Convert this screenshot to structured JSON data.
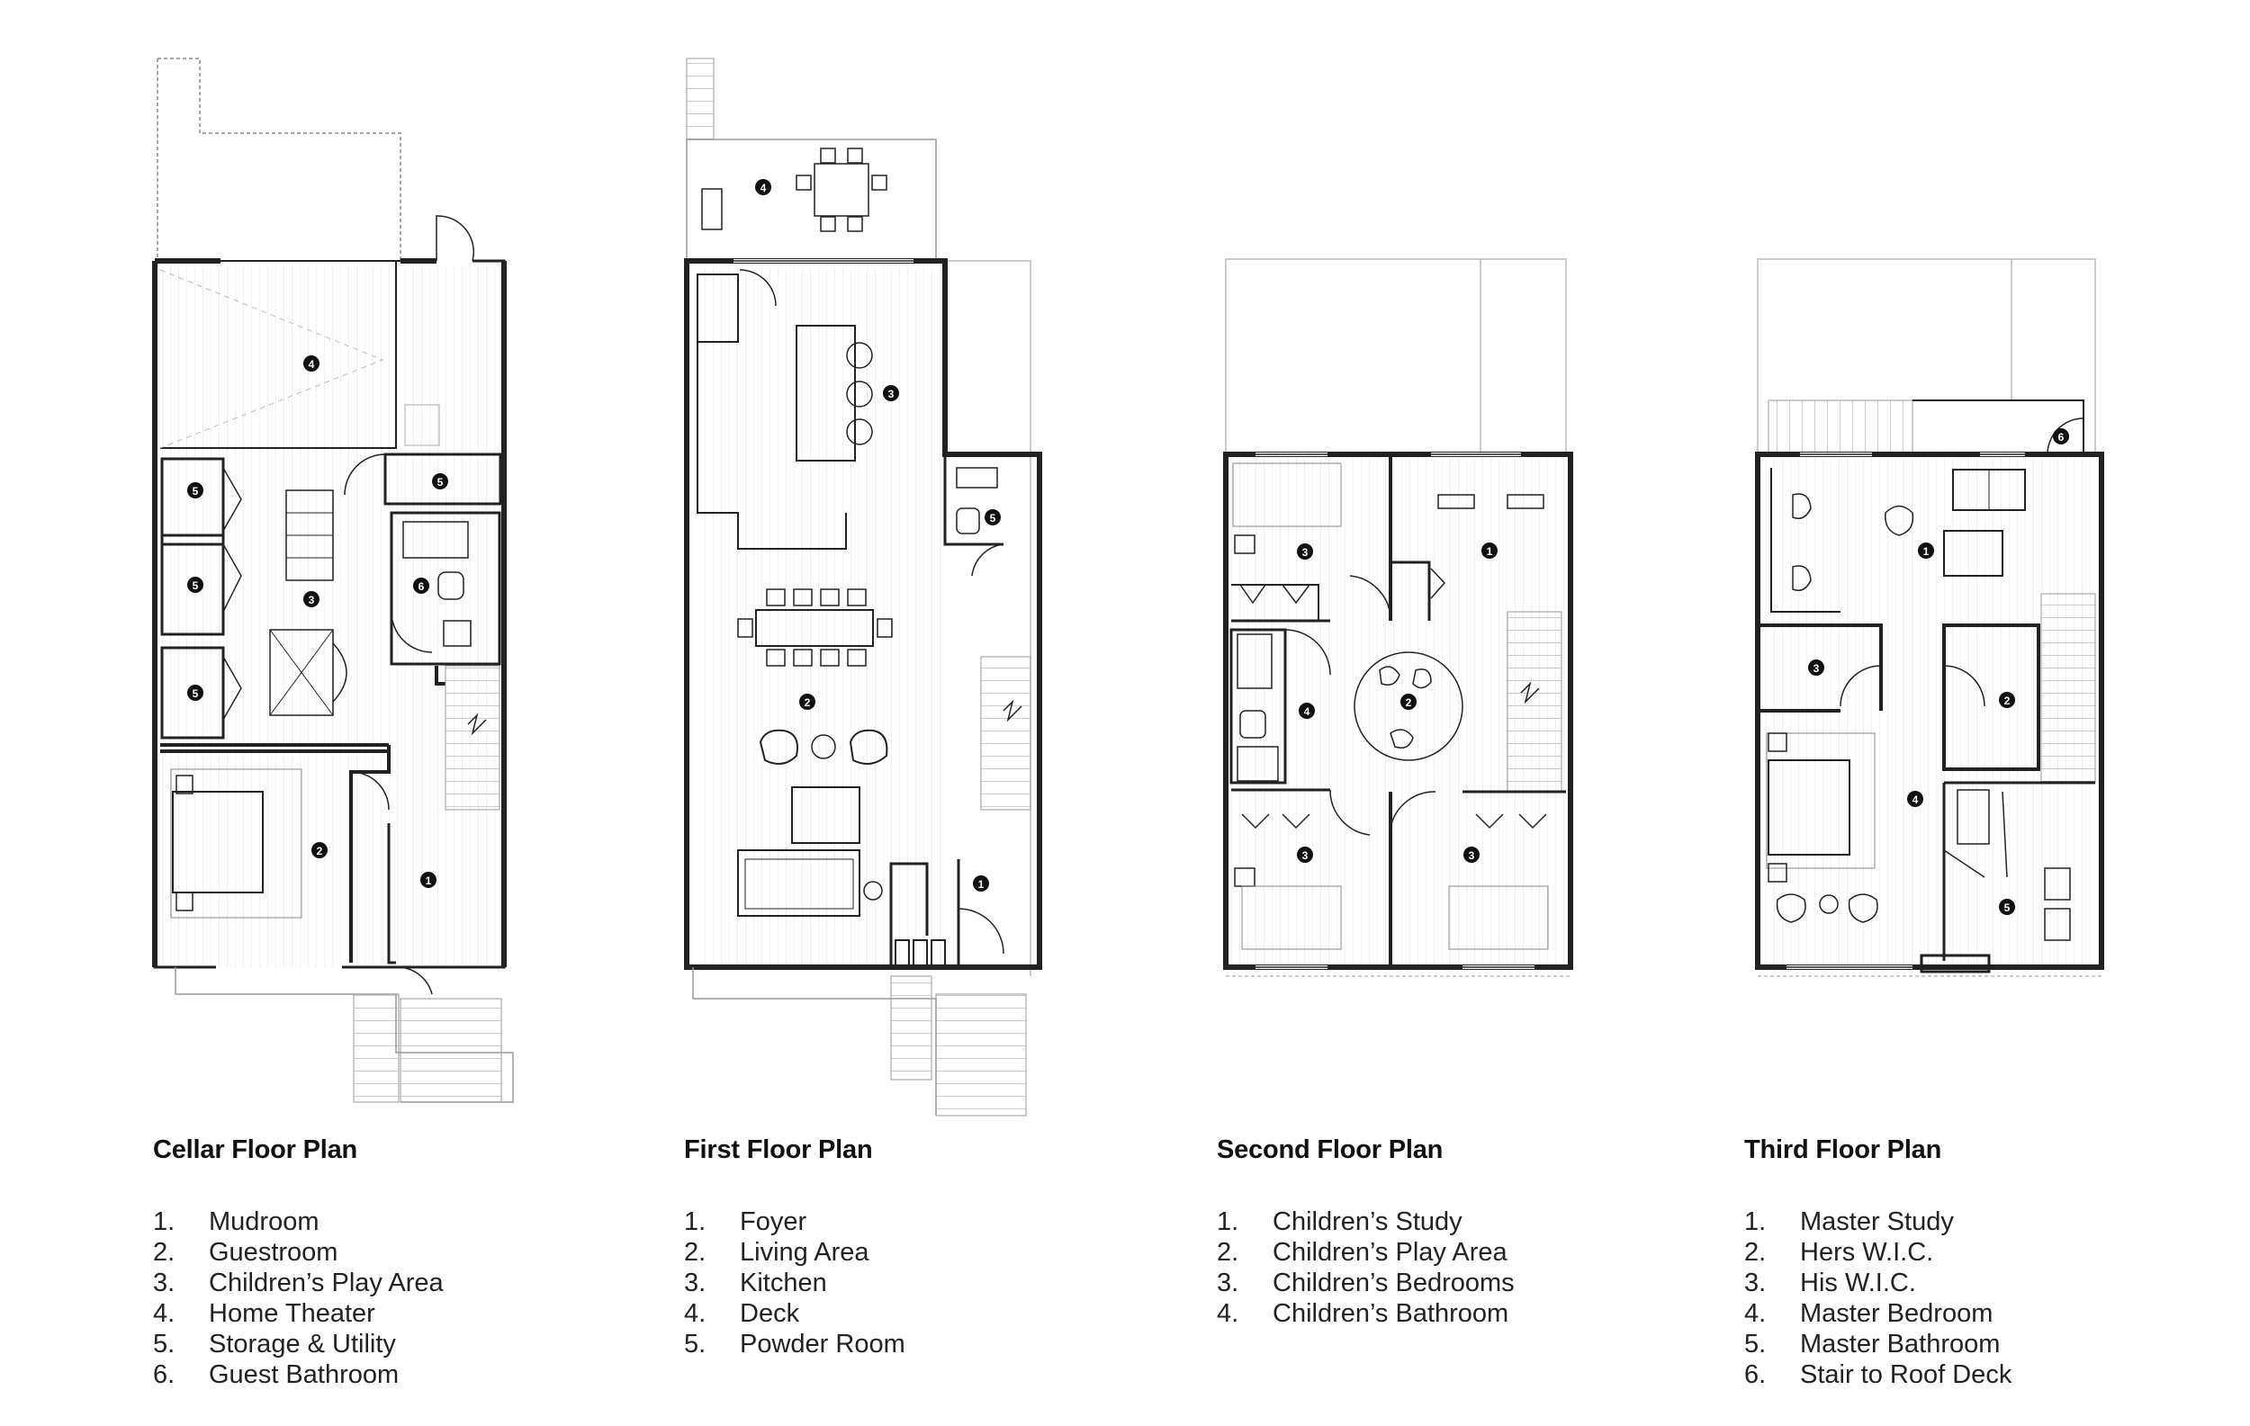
{
  "floors": [
    {
      "id": "cellar",
      "title": "Cellar Floor Plan",
      "rooms": [
        {
          "num": "1.",
          "label": "Mudroom"
        },
        {
          "num": "2.",
          "label": "Guestroom"
        },
        {
          "num": "3.",
          "label": "Children’s Play Area"
        },
        {
          "num": "4.",
          "label": "Home Theater"
        },
        {
          "num": "5.",
          "label": "Storage & Utility"
        },
        {
          "num": "6.",
          "label": "Guest Bathroom"
        }
      ]
    },
    {
      "id": "first",
      "title": "First Floor Plan",
      "rooms": [
        {
          "num": "1.",
          "label": "Foyer"
        },
        {
          "num": "2.",
          "label": "Living Area"
        },
        {
          "num": "3.",
          "label": "Kitchen"
        },
        {
          "num": "4.",
          "label": "Deck"
        },
        {
          "num": "5.",
          "label": "Powder Room"
        }
      ]
    },
    {
      "id": "second",
      "title": "Second Floor Plan",
      "rooms": [
        {
          "num": "1.",
          "label": "Children’s Study"
        },
        {
          "num": "2.",
          "label": "Children’s Play Area"
        },
        {
          "num": "3.",
          "label": "Children’s Bedrooms"
        },
        {
          "num": "4.",
          "label": "Children’s Bathroom"
        }
      ]
    },
    {
      "id": "third",
      "title": "Third Floor Plan",
      "rooms": [
        {
          "num": "1.",
          "label": "Master Study"
        },
        {
          "num": "2.",
          "label": "Hers W.I.C."
        },
        {
          "num": "3.",
          "label": "His W.I.C."
        },
        {
          "num": "4.",
          "label": "Master Bedroom"
        },
        {
          "num": "5.",
          "label": "Master Bathroom"
        },
        {
          "num": "6.",
          "label": "Stair to Roof Deck"
        }
      ]
    }
  ],
  "markers": {
    "cellar": [
      "4",
      "5",
      "5",
      "3",
      "6",
      "5",
      "5",
      "2",
      "1"
    ],
    "first": [
      "4",
      "3",
      "5",
      "2",
      "1"
    ],
    "second": [
      "3",
      "1",
      "4",
      "2",
      "3",
      "3"
    ],
    "third": [
      "6",
      "1",
      "3",
      "2",
      "4",
      "5"
    ]
  },
  "colors": {
    "wall": "#222222",
    "fixture": "#444444",
    "hatch": "#d6d6d6",
    "context": "#b8b8b8",
    "marker": "#111111"
  }
}
